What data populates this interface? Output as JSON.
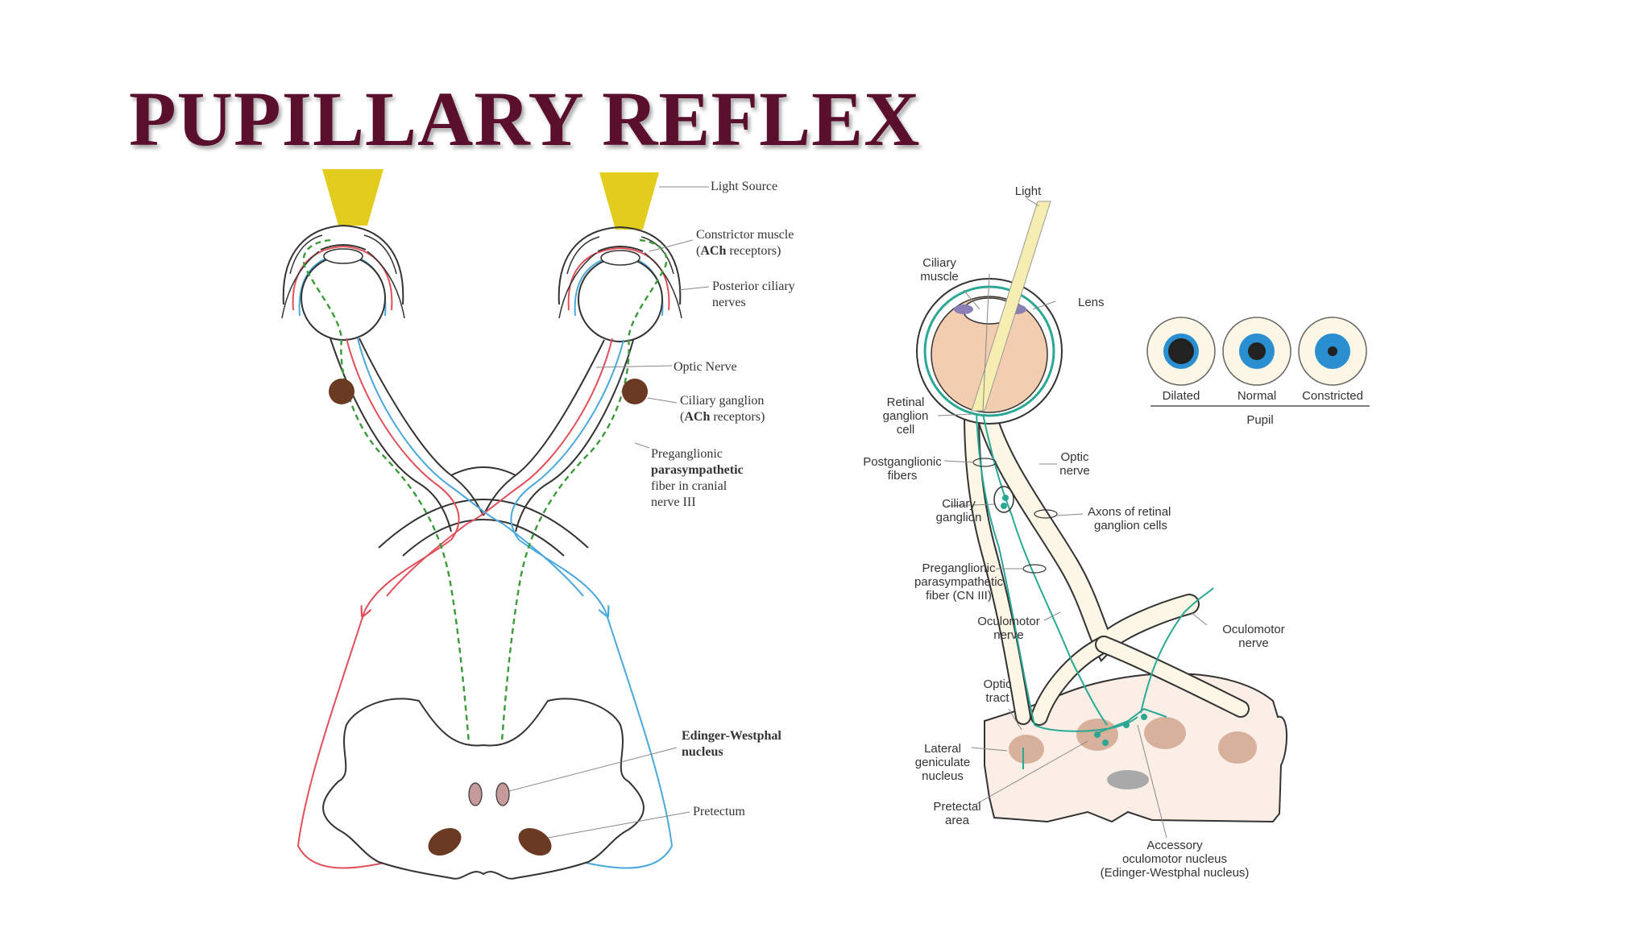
{
  "slide": {
    "title": "PUPILLARY REFLEX"
  },
  "left_diagram": {
    "labels": {
      "light_source": "Light Source",
      "constrictor_l1": "Constrictor muscle",
      "constrictor_l2_bold": "ACh",
      "constrictor_l2_rest": " receptors)",
      "posterior_l1": "Posterior ciliary",
      "posterior_l2": "nerves",
      "optic_nerve": "Optic Nerve",
      "ciliary_ganglion_l1": "Ciliary ganglion",
      "ciliary_ganglion_l2_bold": "ACh",
      "ciliary_ganglion_l2_rest": " receptors)",
      "pregang_l1": "Preganglionic",
      "pregang_l2": "parasympathetic",
      "pregang_l3": "fiber in cranial",
      "pregang_l4": "nerve III",
      "ew_l1": "Edinger-Westphal",
      "ew_l2": "nucleus",
      "pretectum": "Pretectum"
    }
  },
  "right_diagram": {
    "labels": {
      "light": "Light",
      "ciliary_muscle_l1": "Ciliary",
      "ciliary_muscle_l2": "muscle",
      "lens": "Lens",
      "retinal_l1": "Retinal",
      "retinal_l2": "ganglion",
      "retinal_l3": "cell",
      "postgang_l1": "Postganglionic",
      "postgang_l2": "fibers",
      "optic_nerve_l1": "Optic",
      "optic_nerve_l2": "nerve",
      "ciliary_ganglion_l1": "Ciliary",
      "ciliary_ganglion_l2": "ganglion",
      "axons_l1": "Axons of retinal",
      "axons_l2": "ganglion cells",
      "pregang_l1": "Preganglionic",
      "pregang_l2": "parasympathetic",
      "pregang_l3": "fiber (CN III)",
      "oculomotor_l_l1": "Oculomotor",
      "oculomotor_l_l2": "nerve",
      "oculomotor_r_l1": "Oculomotor",
      "oculomotor_r_l2": "nerve",
      "optic_tract_l1": "Optic",
      "optic_tract_l2": "tract",
      "lgn_l1": "Lateral",
      "lgn_l2": "geniculate",
      "lgn_l3": "nucleus",
      "pretectal_l1": "Pretectal",
      "pretectal_l2": "area",
      "accessory_l1": "Accessory",
      "accessory_l2": "oculomotor nucleus",
      "accessory_l3": "(Edinger-Westphal nucleus)"
    },
    "pupil": {
      "states": [
        "Dilated",
        "Normal",
        "Constricted"
      ],
      "caption": "Pupil"
    }
  },
  "colors": {
    "title": "#5a0f2c",
    "light_cone": "#e2cc1e",
    "red_pathway": "#e0505a",
    "blue_pathway": "#4aa8dc",
    "green_pathway": "#3a9a3a",
    "ganglion": "#6b3a22",
    "teal": "#2aa894",
    "iris": "#2a8fd0"
  }
}
